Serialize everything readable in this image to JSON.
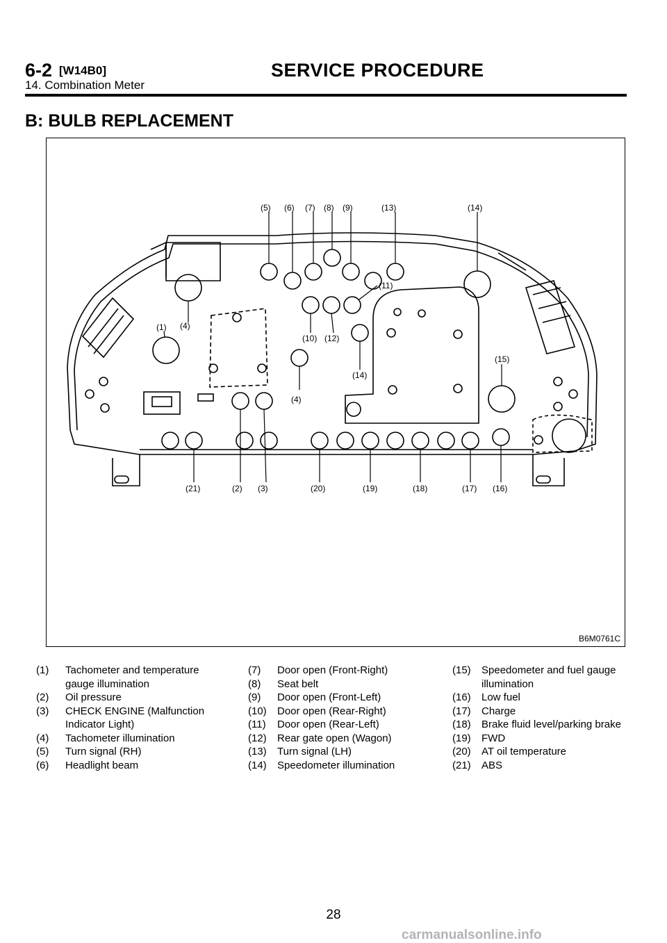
{
  "header": {
    "section": "6-2",
    "code": "[W14B0]",
    "title": "SERVICE PROCEDURE",
    "subtitle": "14. Combination Meter"
  },
  "section_title": "B: BULB REPLACEMENT",
  "figure": {
    "id": "B6M0761C",
    "callouts": [
      "(5)",
      "(6)",
      "(7)",
      "(8)",
      "(9)",
      "(13)",
      "(14)",
      "(11)",
      "(1)",
      "(4)",
      "(10)",
      "(12)",
      "(14)",
      "(15)",
      "(4)",
      "(21)",
      "(2)",
      "(3)",
      "(20)",
      "(19)",
      "(18)",
      "(17)",
      "(16)"
    ]
  },
  "legend": {
    "col1": [
      {
        "num": "(1)",
        "text": "Tachometer and temperature gauge illumination"
      },
      {
        "num": "(2)",
        "text": "Oil pressure"
      },
      {
        "num": "(3)",
        "text": "CHECK ENGINE (Malfunction Indicator Light)"
      },
      {
        "num": "(4)",
        "text": "Tachometer illumination"
      },
      {
        "num": "(5)",
        "text": "Turn signal (RH)"
      },
      {
        "num": "(6)",
        "text": "Headlight beam"
      }
    ],
    "col2": [
      {
        "num": "(7)",
        "text": "Door open (Front-Right)"
      },
      {
        "num": "(8)",
        "text": "Seat belt"
      },
      {
        "num": "(9)",
        "text": "Door open (Front-Left)"
      },
      {
        "num": "(10)",
        "text": "Door open (Rear-Right)"
      },
      {
        "num": "(11)",
        "text": "Door open (Rear-Left)"
      },
      {
        "num": "(12)",
        "text": "Rear gate open (Wagon)"
      },
      {
        "num": "(13)",
        "text": "Turn signal (LH)"
      },
      {
        "num": "(14)",
        "text": "Speedometer illumination"
      }
    ],
    "col3": [
      {
        "num": "(15)",
        "text": "Speedometer and fuel gauge illumination"
      },
      {
        "num": "(16)",
        "text": "Low fuel"
      },
      {
        "num": "(17)",
        "text": "Charge"
      },
      {
        "num": "(18)",
        "text": "Brake fluid level/parking brake"
      },
      {
        "num": "(19)",
        "text": "FWD"
      },
      {
        "num": "(20)",
        "text": "AT oil temperature"
      },
      {
        "num": "(21)",
        "text": "ABS"
      }
    ]
  },
  "page_number": "28",
  "watermark": "carmanualsonline.info"
}
